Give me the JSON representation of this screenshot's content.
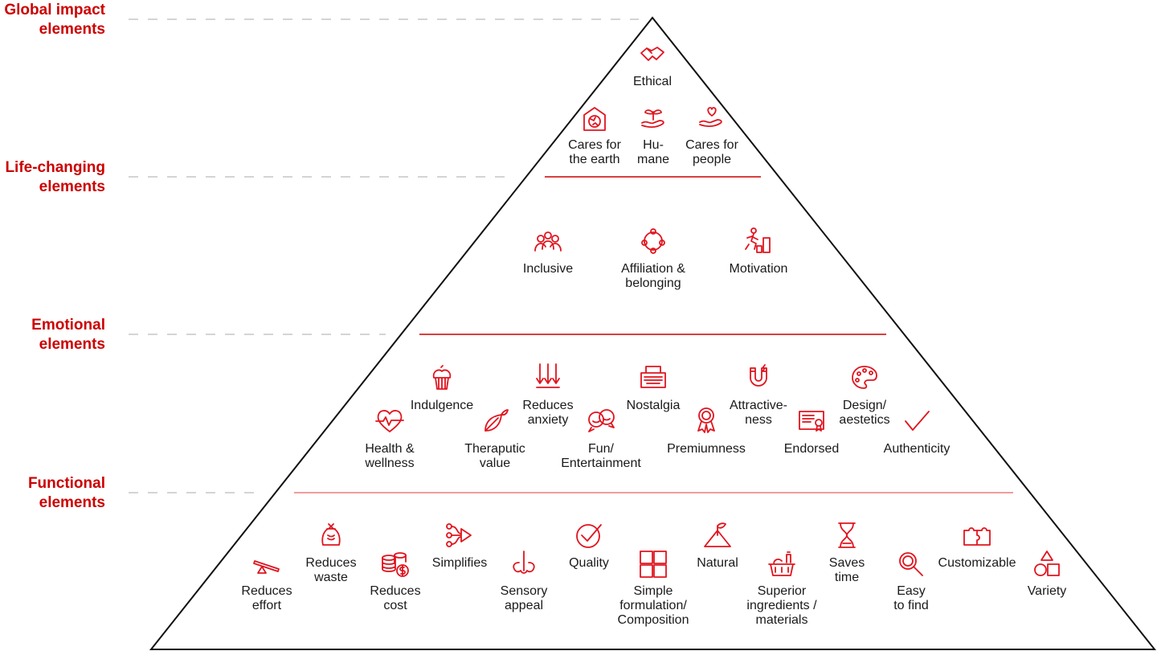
{
  "colors": {
    "accent": "#cc0000",
    "icon": "#e0141e",
    "divider": "#d62020",
    "dash": "#bbbbbb",
    "outline": "#111111"
  },
  "levels": [
    {
      "label": "Global impact\nelements"
    },
    {
      "label": "Life-changing\nelements"
    },
    {
      "label": "Emotional\nelements"
    },
    {
      "label": "Functional\nelements"
    }
  ],
  "items": [
    {
      "label": "Ethical",
      "icon": "handshake-icon"
    },
    {
      "label": "Cares for\nthe earth",
      "icon": "earth-house-icon"
    },
    {
      "label": "Hu-\nmane",
      "icon": "plant-hand-icon"
    },
    {
      "label": "Cares for\npeople",
      "icon": "heart-hand-icon"
    },
    {
      "label": "Inclusive",
      "icon": "people-group-icon"
    },
    {
      "label": "Affiliation &\nbelonging",
      "icon": "circle-people-icon"
    },
    {
      "label": "Motivation",
      "icon": "runner-chart-icon"
    },
    {
      "label": "Indulgence",
      "icon": "cupcake-icon"
    },
    {
      "label": "Reduces\nanxiety",
      "icon": "down-arrows-icon"
    },
    {
      "label": "Nostalgia",
      "icon": "typewriter-icon"
    },
    {
      "label": "Attractive-\nness",
      "icon": "magnet-icon"
    },
    {
      "label": "Design/\naestetics",
      "icon": "palette-icon"
    },
    {
      "label": "Health &\nwellness",
      "icon": "heartbeat-icon"
    },
    {
      "label": "Theraputic\nvalue",
      "icon": "leaves-icon"
    },
    {
      "label": "Fun/\nEntertainment",
      "icon": "smiley-bubbles-icon"
    },
    {
      "label": "Premiumness",
      "icon": "award-ribbon-icon"
    },
    {
      "label": "Endorsed",
      "icon": "certificate-icon"
    },
    {
      "label": "Authenticity",
      "icon": "checkmark-icon"
    },
    {
      "label": "Reduces\nwaste",
      "icon": "waste-bag-icon"
    },
    {
      "label": "Simplifies",
      "icon": "merge-arrow-icon"
    },
    {
      "label": "Quality",
      "icon": "check-circle-icon"
    },
    {
      "label": "Natural",
      "icon": "mountain-leaf-icon"
    },
    {
      "label": "Saves\ntime",
      "icon": "hourglass-icon"
    },
    {
      "label": "Customizable",
      "icon": "puzzle-icon"
    },
    {
      "label": "Reduces\neffort",
      "icon": "seesaw-icon"
    },
    {
      "label": "Reduces\ncost",
      "icon": "coins-icon"
    },
    {
      "label": "Sensory\nappeal",
      "icon": "nose-icon"
    },
    {
      "label": "Simple\nformulation/\nComposition",
      "icon": "grid-squares-icon"
    },
    {
      "label": "Superior\ningredients /\nmaterials",
      "icon": "basket-icon"
    },
    {
      "label": "Easy\nto find",
      "icon": "magnifier-icon"
    },
    {
      "label": "Variety",
      "icon": "shapes-icon"
    }
  ]
}
